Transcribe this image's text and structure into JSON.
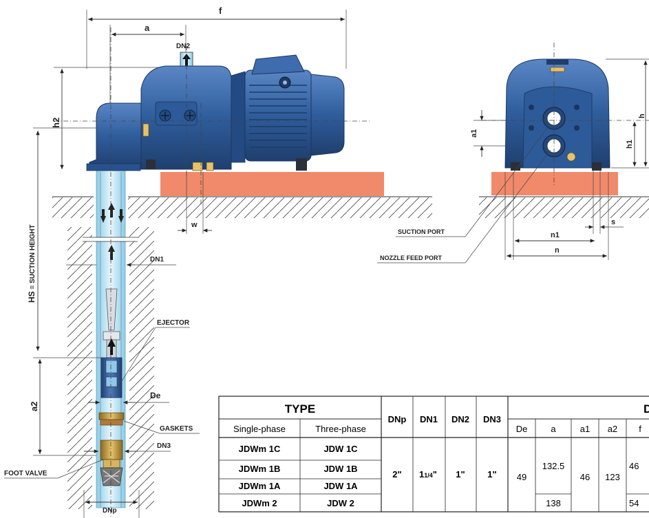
{
  "labels": {
    "f": "f",
    "a": "a",
    "dn2": "DN2",
    "h2": "h2",
    "w": "w",
    "hs_bold": "HS",
    "hs_rest": " = SUCTION HEIGHT",
    "dn1": "DN1",
    "ejector": "EJECTOR",
    "a2": "a2",
    "de": "De",
    "gaskets": "GASKETS",
    "dn3": "DN3",
    "foot_valve": "FOOT VALVE",
    "dnp": "DNp",
    "a1": "a1",
    "h": "h",
    "h1": "h1",
    "s": "s",
    "n1": "n1",
    "n": "n",
    "suction_port": "SUCTION PORT",
    "nozzle_feed_port": "NOZZLE FEED PORT"
  },
  "table": {
    "type_header": "TYPE",
    "dims_header": "D",
    "single_phase": "Single-phase",
    "three_phase": "Three-phase",
    "col_dnp": "DNp",
    "col_dn1": "DN1",
    "col_dn2": "DN2",
    "col_dn3": "DN3",
    "col_de": "De",
    "col_a": "a",
    "col_a1": "a1",
    "col_a2": "a2",
    "col_f": "f",
    "rows": [
      {
        "single": "JDWm 1C",
        "three": "JDW 1C"
      },
      {
        "single": "JDWm 1B",
        "three": "JDW 1B"
      },
      {
        "single": "JDWm 1A",
        "three": "JDW 1A"
      },
      {
        "single": "JDWm 2",
        "three": "JDW 2"
      }
    ],
    "val_dnp": "2\"",
    "val_dn1_main": "1",
    "val_dn1_frac": "1/4",
    "val_dn1_quote": "\"",
    "val_dn2": "1\"",
    "val_dn3": "1\"",
    "val_de": "49",
    "val_a_main": "132.5",
    "val_a_last": "138",
    "val_a1": "46",
    "val_a2": "123",
    "val_f_main": "46",
    "val_f_last": "54"
  },
  "colors": {
    "pump_blue": "#2f5d9c",
    "pump_dark": "#1f3f6e",
    "base_salmon": "#f08a6a",
    "water_blue": "#bfe3f2",
    "brass": "#c9a24a"
  }
}
